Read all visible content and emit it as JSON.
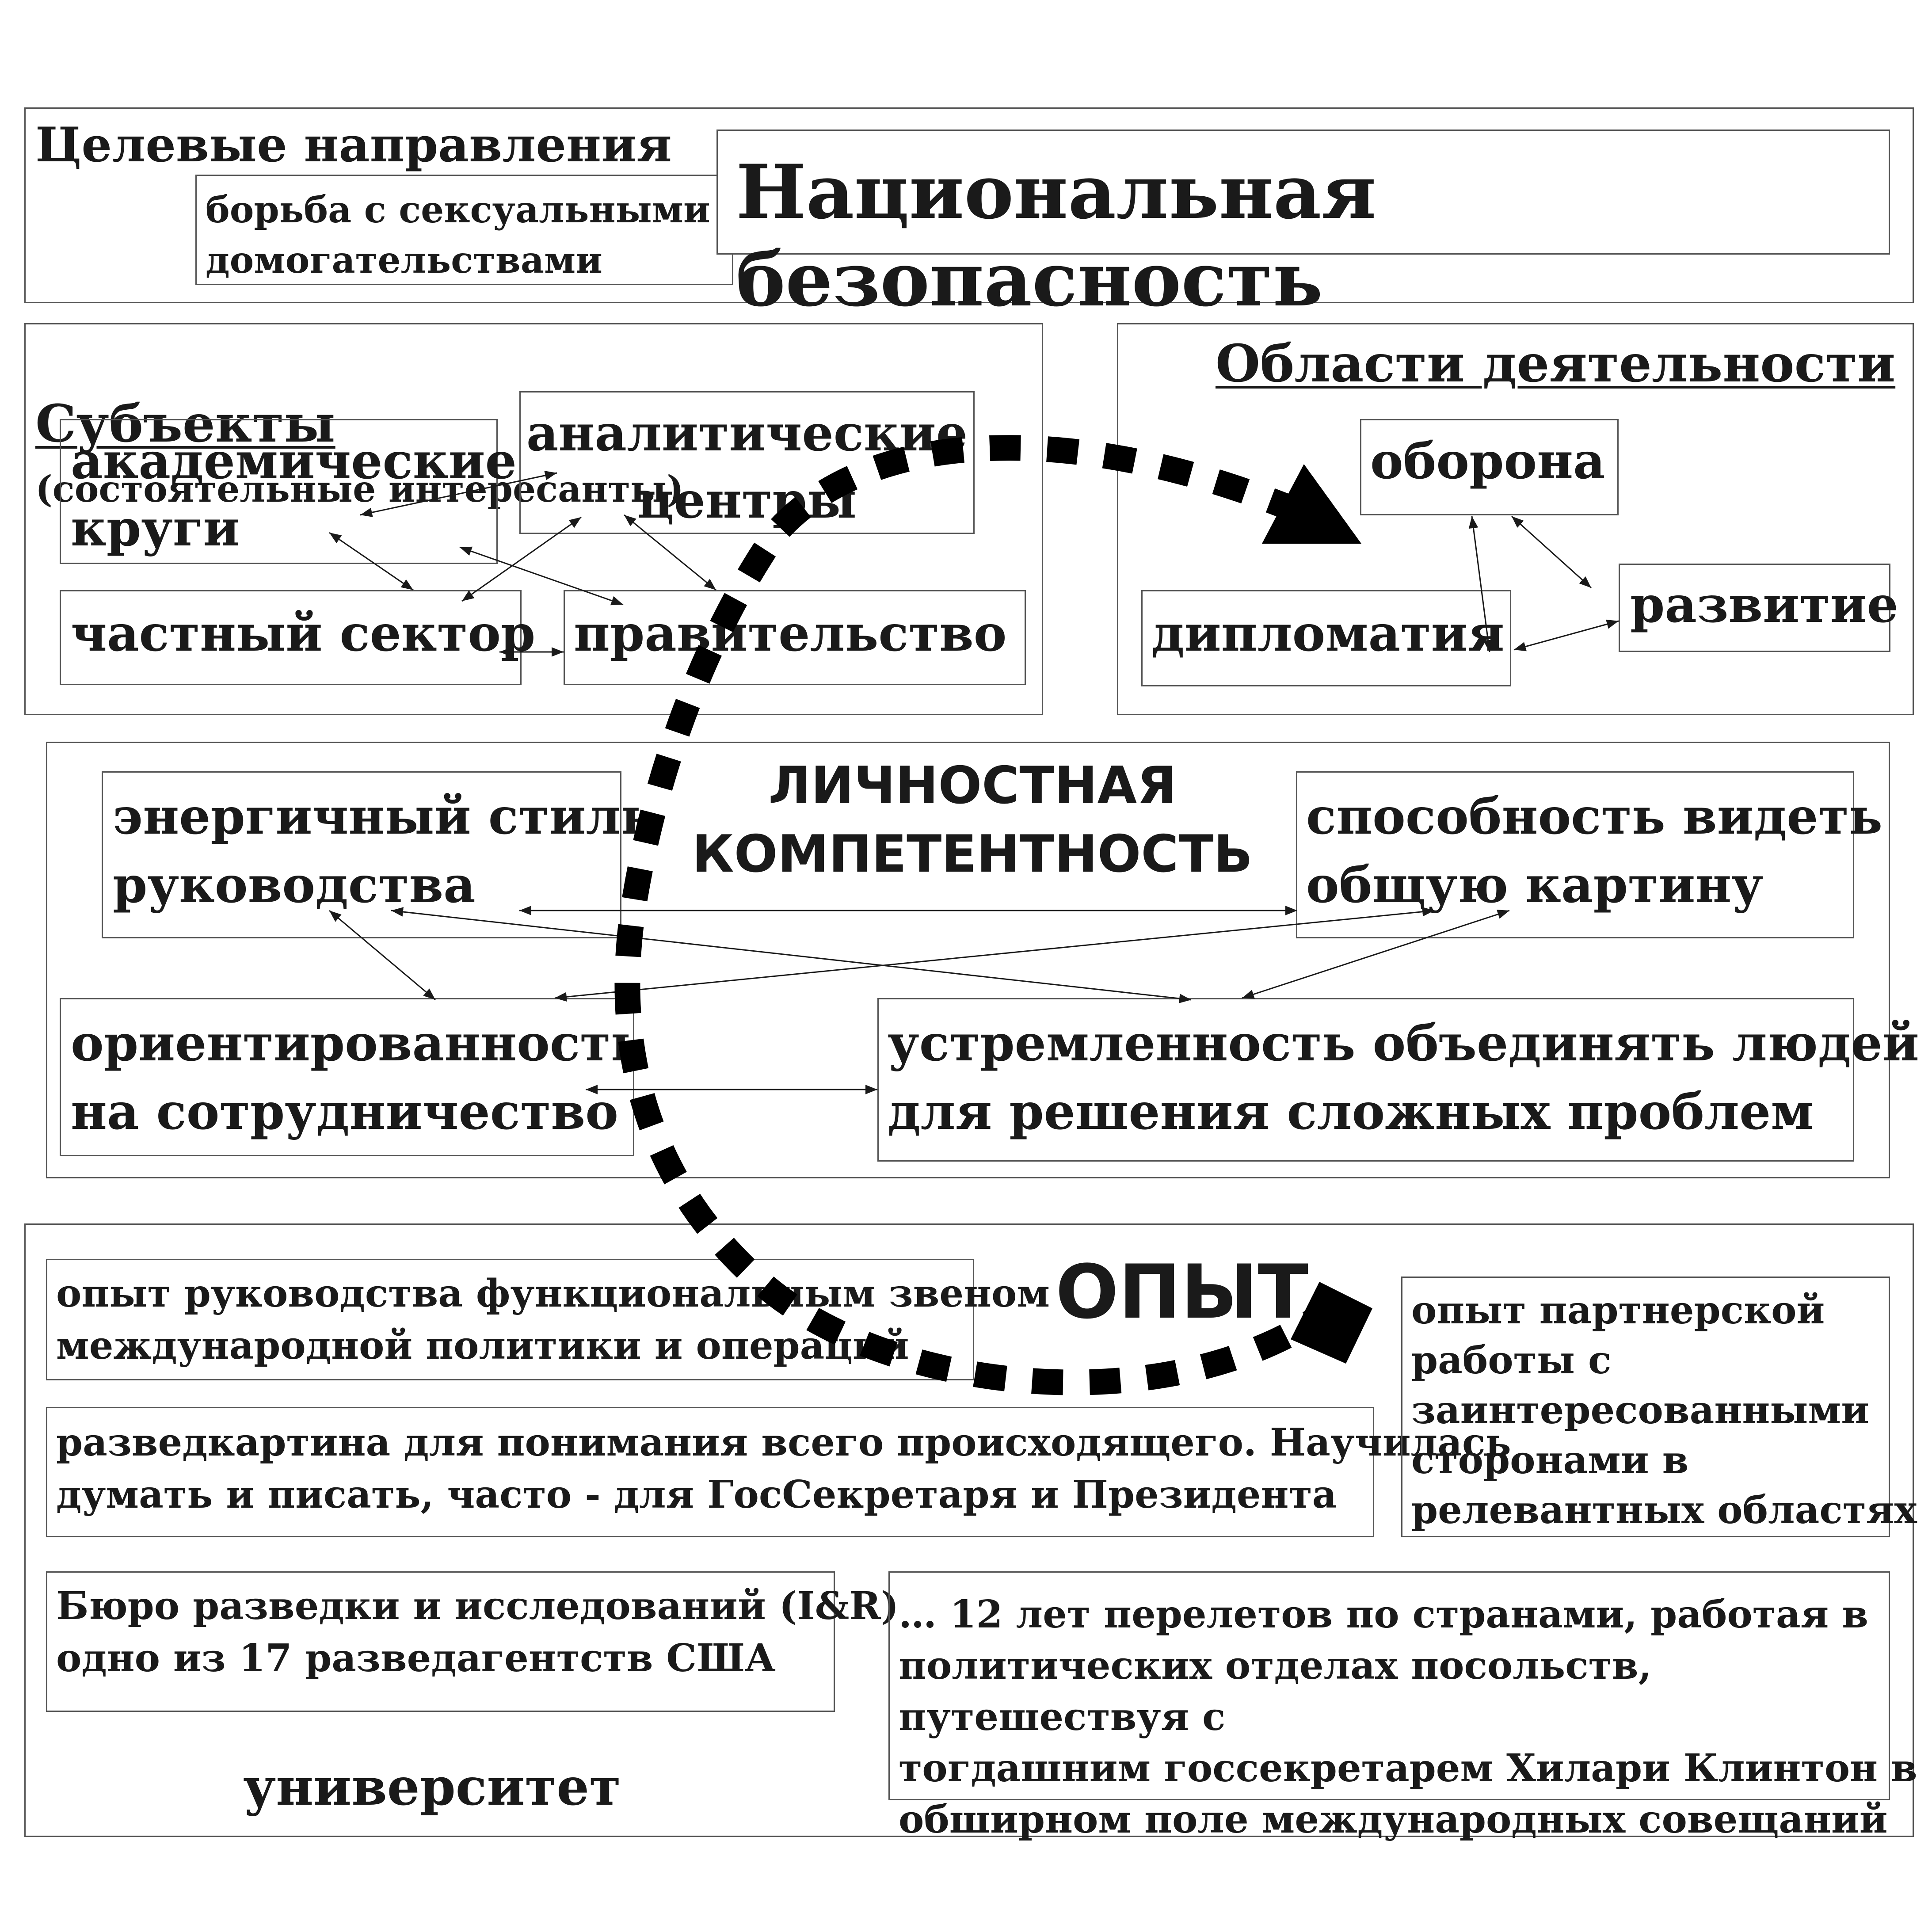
{
  "top": {
    "target_heading": "Целевые направления",
    "target_item": "борьба с сексуальными\nдомогательствами",
    "main_title": "Национальная безопасность"
  },
  "subjects": {
    "heading": "Субъекты",
    "heading_note": "(состоятельные интересанты)",
    "academic": "академические\nкруги",
    "analytic": "аналитические\nцентры",
    "private": "частный сектор",
    "government": "правительство"
  },
  "areas": {
    "heading": "Области деятельности",
    "defense": "оборона",
    "diplomacy": "дипломатия",
    "development": "развитие"
  },
  "competence": {
    "heading": "ЛИЧНОСТНАЯ\nКОМПЕТЕНТНОСТЬ",
    "energetic": "энергичный стиль\nруководства",
    "big_picture": "способность видеть\nобщую картину",
    "cooperation": "ориентированность\nна сотрудничество",
    "unite": "устремленность объединять людей\nдля решения сложных проблем"
  },
  "experience": {
    "heading": "ОПЫТ",
    "item1": "опыт руководства функциональным звеном\nмеждународной политики и операций",
    "item2": "разведкартина для понимания всего происходящего. Научилась\nдумать и писать, часто - для ГосСекретаря и Президента",
    "item3": "Бюро разведки и исследований (I&R)\nодно из 17 разведагентств  США",
    "item4": "… 12 лет перелетов по странами, работая в\nполитических отделах посольств, путешествуя с\nтогдашним госсекретарем Хилари Клинтон в\nобширном поле международных совещаний",
    "partner": "опыт партнерской\nработы с\nзаинтересованными\nсторонами в\nрелевантных областях",
    "university": "университет"
  },
  "colors": {
    "ink": "#1a1a1a",
    "border": "#555555",
    "dash": "#000000"
  }
}
